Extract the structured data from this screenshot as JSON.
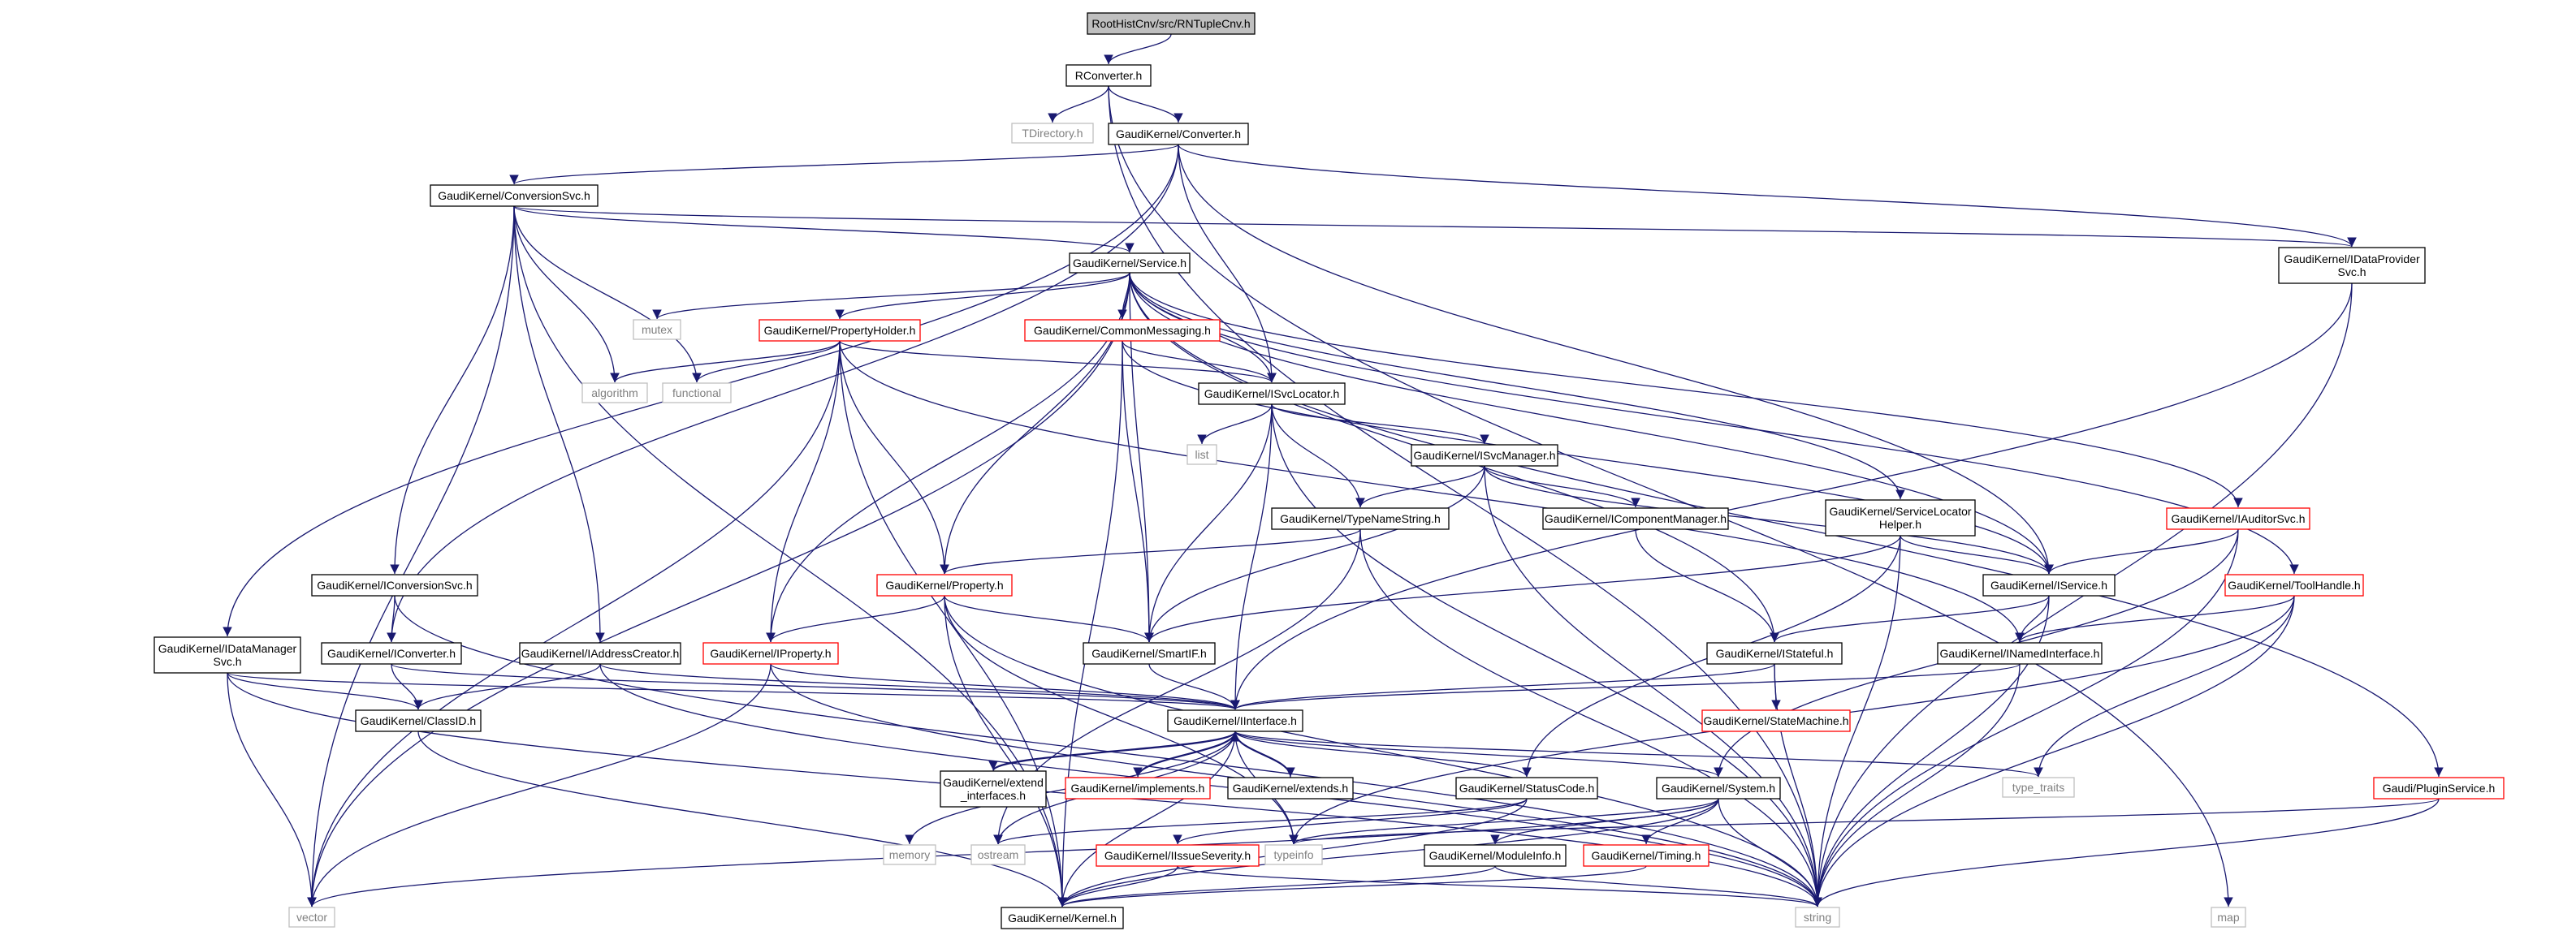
{
  "diagram": {
    "colors": {
      "edge": "#191970",
      "border_normal": "#000000",
      "border_missing": "#bfbfbf",
      "border_truncated": "#ff0000",
      "fill_root": "#bfbfbf",
      "fill_normal": "#ffffff",
      "text_normal": "#000000",
      "text_missing": "#808080"
    },
    "nodes": [
      {
        "id": "root",
        "label": "RootHistCnv/src/RNTupleCnv.h",
        "kind": "root"
      },
      {
        "id": "rconverter",
        "label": "RConverter.h",
        "kind": "normal"
      },
      {
        "id": "tdirectory",
        "label": "TDirectory.h",
        "kind": "missing"
      },
      {
        "id": "converter",
        "label": "GaudiKernel/Converter.h",
        "kind": "normal"
      },
      {
        "id": "conversionsvc",
        "label": "GaudiKernel/ConversionSvc.h",
        "kind": "normal"
      },
      {
        "id": "idataprovidersvc",
        "label": "GaudiKernel/IDataProvider\nSvc.h",
        "kind": "normal"
      },
      {
        "id": "service",
        "label": "GaudiKernel/Service.h",
        "kind": "normal"
      },
      {
        "id": "mutex",
        "label": "mutex",
        "kind": "missing"
      },
      {
        "id": "propertyholder",
        "label": "GaudiKernel/PropertyHolder.h",
        "kind": "truncated"
      },
      {
        "id": "commonmessaging",
        "label": "GaudiKernel/CommonMessaging.h",
        "kind": "truncated"
      },
      {
        "id": "algorithm",
        "label": "algorithm",
        "kind": "missing"
      },
      {
        "id": "functional",
        "label": "functional",
        "kind": "missing"
      },
      {
        "id": "isvclocator",
        "label": "GaudiKernel/ISvcLocator.h",
        "kind": "normal"
      },
      {
        "id": "list",
        "label": "list",
        "kind": "missing"
      },
      {
        "id": "isvcmanager",
        "label": "GaudiKernel/ISvcManager.h",
        "kind": "normal"
      },
      {
        "id": "typenamestring",
        "label": "GaudiKernel/TypeNameString.h",
        "kind": "normal"
      },
      {
        "id": "icomponentmanager",
        "label": "GaudiKernel/IComponentManager.h",
        "kind": "normal"
      },
      {
        "id": "servicelocatorhelper",
        "label": "GaudiKernel/ServiceLocator\nHelper.h",
        "kind": "normal"
      },
      {
        "id": "iauditorsvc",
        "label": "GaudiKernel/IAuditorSvc.h",
        "kind": "truncated"
      },
      {
        "id": "iconversionsvc",
        "label": "GaudiKernel/IConversionSvc.h",
        "kind": "normal"
      },
      {
        "id": "property",
        "label": "GaudiKernel/Property.h",
        "kind": "truncated"
      },
      {
        "id": "iservice",
        "label": "GaudiKernel/IService.h",
        "kind": "normal"
      },
      {
        "id": "toolhandle",
        "label": "GaudiKernel/ToolHandle.h",
        "kind": "truncated"
      },
      {
        "id": "idatamanagersvc",
        "label": "GaudiKernel/IDataManager\nSvc.h",
        "kind": "normal"
      },
      {
        "id": "iconverter",
        "label": "GaudiKernel/IConverter.h",
        "kind": "normal"
      },
      {
        "id": "iaddresscreator",
        "label": "GaudiKernel/IAddressCreator.h",
        "kind": "normal"
      },
      {
        "id": "iproperty",
        "label": "GaudiKernel/IProperty.h",
        "kind": "truncated"
      },
      {
        "id": "smartif",
        "label": "GaudiKernel/SmartIF.h",
        "kind": "normal"
      },
      {
        "id": "istateful",
        "label": "GaudiKernel/IStateful.h",
        "kind": "normal"
      },
      {
        "id": "inamedinterface",
        "label": "GaudiKernel/INamedInterface.h",
        "kind": "normal"
      },
      {
        "id": "classid",
        "label": "GaudiKernel/ClassID.h",
        "kind": "normal"
      },
      {
        "id": "iinterface",
        "label": "GaudiKernel/IInterface.h",
        "kind": "normal"
      },
      {
        "id": "statemachine",
        "label": "GaudiKernel/StateMachine.h",
        "kind": "truncated"
      },
      {
        "id": "extend_interfaces",
        "label": "GaudiKernel/extend\n_interfaces.h",
        "kind": "normal"
      },
      {
        "id": "implements",
        "label": "GaudiKernel/implements.h",
        "kind": "truncated"
      },
      {
        "id": "extends",
        "label": "GaudiKernel/extends.h",
        "kind": "normal"
      },
      {
        "id": "statuscode",
        "label": "GaudiKernel/StatusCode.h",
        "kind": "normal"
      },
      {
        "id": "system",
        "label": "GaudiKernel/System.h",
        "kind": "normal"
      },
      {
        "id": "type_traits",
        "label": "type_traits",
        "kind": "missing"
      },
      {
        "id": "pluginservice",
        "label": "Gaudi/PluginService.h",
        "kind": "truncated"
      },
      {
        "id": "memory",
        "label": "memory",
        "kind": "missing"
      },
      {
        "id": "ostream",
        "label": "ostream",
        "kind": "missing"
      },
      {
        "id": "iissueseverity",
        "label": "GaudiKernel/IIssueSeverity.h",
        "kind": "truncated"
      },
      {
        "id": "typeinfo",
        "label": "typeinfo",
        "kind": "missing"
      },
      {
        "id": "moduleinfo",
        "label": "GaudiKernel/ModuleInfo.h",
        "kind": "normal"
      },
      {
        "id": "timing",
        "label": "GaudiKernel/Timing.h",
        "kind": "truncated"
      },
      {
        "id": "vector",
        "label": "vector",
        "kind": "missing"
      },
      {
        "id": "kernel",
        "label": "GaudiKernel/Kernel.h",
        "kind": "normal"
      },
      {
        "id": "string",
        "label": "string",
        "kind": "missing"
      },
      {
        "id": "map",
        "label": "map",
        "kind": "missing"
      }
    ],
    "edges": [
      [
        "root",
        "rconverter"
      ],
      [
        "rconverter",
        "tdirectory"
      ],
      [
        "rconverter",
        "converter"
      ],
      [
        "rconverter",
        "string"
      ],
      [
        "rconverter",
        "map"
      ],
      [
        "converter",
        "conversionsvc"
      ],
      [
        "converter",
        "idataprovidersvc"
      ],
      [
        "converter",
        "isvclocator"
      ],
      [
        "converter",
        "iservice"
      ],
      [
        "converter",
        "idatamanagersvc"
      ],
      [
        "converter",
        "iconverter"
      ],
      [
        "conversionsvc",
        "service"
      ],
      [
        "conversionsvc",
        "idataprovidersvc"
      ],
      [
        "conversionsvc",
        "iconversionsvc"
      ],
      [
        "conversionsvc",
        "iaddresscreator"
      ],
      [
        "conversionsvc",
        "algorithm"
      ],
      [
        "conversionsvc",
        "functional"
      ],
      [
        "conversionsvc",
        "vector"
      ],
      [
        "conversionsvc",
        "kernel"
      ],
      [
        "idataprovidersvc",
        "iinterface"
      ],
      [
        "idataprovidersvc",
        "string"
      ],
      [
        "service",
        "mutex"
      ],
      [
        "service",
        "propertyholder"
      ],
      [
        "service",
        "commonmessaging"
      ],
      [
        "service",
        "isvclocator"
      ],
      [
        "service",
        "property"
      ],
      [
        "service",
        "iproperty"
      ],
      [
        "service",
        "smartif"
      ],
      [
        "service",
        "istateful"
      ],
      [
        "service",
        "servicelocatorhelper"
      ],
      [
        "service",
        "iservice"
      ],
      [
        "service",
        "iauditorsvc"
      ],
      [
        "service",
        "toolhandle"
      ],
      [
        "service",
        "pluginservice"
      ],
      [
        "service",
        "vector"
      ],
      [
        "propertyholder",
        "algorithm"
      ],
      [
        "propertyholder",
        "functional"
      ],
      [
        "propertyholder",
        "isvclocator"
      ],
      [
        "propertyholder",
        "property"
      ],
      [
        "propertyholder",
        "iproperty"
      ],
      [
        "propertyholder",
        "inamedinterface"
      ],
      [
        "propertyholder",
        "vector"
      ],
      [
        "propertyholder",
        "kernel"
      ],
      [
        "commonmessaging",
        "isvclocator"
      ],
      [
        "commonmessaging",
        "smartif"
      ],
      [
        "commonmessaging",
        "iservice"
      ],
      [
        "commonmessaging",
        "kernel"
      ],
      [
        "isvclocator",
        "list"
      ],
      [
        "isvclocator",
        "isvcmanager"
      ],
      [
        "isvclocator",
        "typenamestring"
      ],
      [
        "isvclocator",
        "smartif"
      ],
      [
        "isvclocator",
        "iinterface"
      ],
      [
        "isvclocator",
        "string"
      ],
      [
        "isvcmanager",
        "typenamestring"
      ],
      [
        "isvcmanager",
        "icomponentmanager"
      ],
      [
        "isvcmanager",
        "iservice"
      ],
      [
        "isvcmanager",
        "smartif"
      ],
      [
        "isvcmanager",
        "string"
      ],
      [
        "typenamestring",
        "property"
      ],
      [
        "typenamestring",
        "string"
      ],
      [
        "typenamestring",
        "ostream"
      ],
      [
        "icomponentmanager",
        "istateful"
      ],
      [
        "servicelocatorhelper",
        "smartif"
      ],
      [
        "servicelocatorhelper",
        "iservice"
      ],
      [
        "servicelocatorhelper",
        "statuscode"
      ],
      [
        "servicelocatorhelper",
        "string"
      ],
      [
        "iauditorsvc",
        "iservice"
      ],
      [
        "iauditorsvc",
        "system"
      ],
      [
        "iauditorsvc",
        "string"
      ],
      [
        "iconversionsvc",
        "iconverter"
      ],
      [
        "iconversionsvc",
        "string"
      ],
      [
        "property",
        "iproperty"
      ],
      [
        "property",
        "smartif"
      ],
      [
        "property",
        "typeinfo"
      ],
      [
        "property",
        "kernel"
      ],
      [
        "property",
        "string"
      ],
      [
        "iservice",
        "istateful"
      ],
      [
        "iservice",
        "inamedinterface"
      ],
      [
        "iservice",
        "string"
      ],
      [
        "toolhandle",
        "inamedinterface"
      ],
      [
        "toolhandle",
        "type_traits"
      ],
      [
        "toolhandle",
        "typeinfo"
      ],
      [
        "toolhandle",
        "string"
      ],
      [
        "idatamanagersvc",
        "classid"
      ],
      [
        "idatamanagersvc",
        "iinterface"
      ],
      [
        "idatamanagersvc",
        "vector"
      ],
      [
        "idatamanagersvc",
        "string"
      ],
      [
        "iconverter",
        "classid"
      ],
      [
        "iconverter",
        "iinterface"
      ],
      [
        "iaddresscreator",
        "classid"
      ],
      [
        "iaddresscreator",
        "iinterface"
      ],
      [
        "iaddresscreator",
        "string"
      ],
      [
        "iproperty",
        "iinterface"
      ],
      [
        "iproperty",
        "vector"
      ],
      [
        "iproperty",
        "string"
      ],
      [
        "smartif",
        "iinterface"
      ],
      [
        "istateful",
        "iinterface"
      ],
      [
        "istateful",
        "statemachine"
      ],
      [
        "istateful",
        "string"
      ],
      [
        "inamedinterface",
        "iinterface"
      ],
      [
        "inamedinterface",
        "string"
      ],
      [
        "classid",
        "kernel"
      ],
      [
        "iinterface",
        "extend_interfaces"
      ],
      [
        "iinterface",
        "implements"
      ],
      [
        "iinterface",
        "extends"
      ],
      [
        "iinterface",
        "statuscode"
      ],
      [
        "iinterface",
        "system"
      ],
      [
        "iinterface",
        "type_traits"
      ],
      [
        "iinterface",
        "typeinfo"
      ],
      [
        "iinterface",
        "memory"
      ],
      [
        "iinterface",
        "ostream"
      ],
      [
        "iinterface",
        "kernel"
      ],
      [
        "extend_interfaces",
        "iinterface"
      ],
      [
        "implements",
        "iinterface"
      ],
      [
        "extends",
        "iinterface"
      ],
      [
        "statuscode",
        "iissueseverity"
      ],
      [
        "statuscode",
        "ostream"
      ],
      [
        "statuscode",
        "kernel"
      ],
      [
        "system",
        "typeinfo"
      ],
      [
        "system",
        "moduleinfo"
      ],
      [
        "system",
        "timing"
      ],
      [
        "system",
        "kernel"
      ],
      [
        "system",
        "string"
      ],
      [
        "system",
        "vector"
      ],
      [
        "pluginservice",
        "typeinfo"
      ],
      [
        "pluginservice",
        "string"
      ],
      [
        "iissueseverity",
        "kernel"
      ],
      [
        "iissueseverity",
        "string"
      ],
      [
        "moduleinfo",
        "kernel"
      ],
      [
        "moduleinfo",
        "string"
      ],
      [
        "timing",
        "kernel"
      ]
    ]
  }
}
